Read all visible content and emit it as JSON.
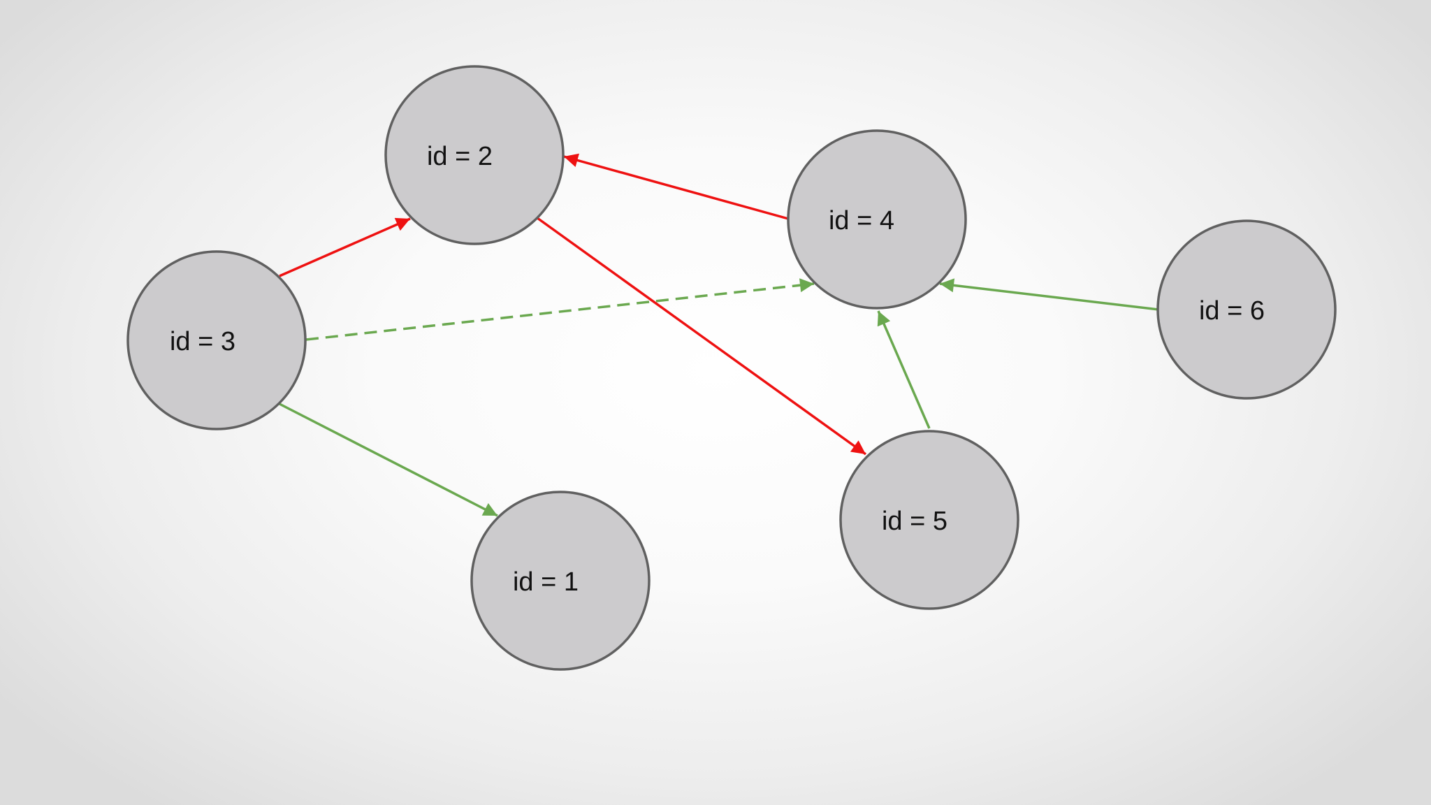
{
  "colors": {
    "red": "#ee1111",
    "green": "#6aa84f",
    "node_fill": "#cccbcd",
    "node_stroke": "#606060"
  },
  "nodes": [
    {
      "id": "n2",
      "label": "id = 2"
    },
    {
      "id": "n3",
      "label": "id = 3"
    },
    {
      "id": "n4",
      "label": "id = 4"
    },
    {
      "id": "n6",
      "label": "id = 6"
    },
    {
      "id": "n5",
      "label": "id = 5"
    },
    {
      "id": "n1",
      "label": "id = 1"
    }
  ],
  "edges": [
    {
      "from": "n3",
      "to": "n2",
      "color": "red",
      "style": "solid"
    },
    {
      "from": "n4",
      "to": "n2",
      "color": "red",
      "style": "solid"
    },
    {
      "from": "n2",
      "to": "n5",
      "color": "red",
      "style": "solid"
    },
    {
      "from": "n3",
      "to": "n4",
      "color": "green",
      "style": "dashed"
    },
    {
      "from": "n3",
      "to": "n1",
      "color": "green",
      "style": "solid"
    },
    {
      "from": "n6",
      "to": "n4",
      "color": "green",
      "style": "solid"
    },
    {
      "from": "n5",
      "to": "n4",
      "color": "green",
      "style": "solid"
    }
  ]
}
